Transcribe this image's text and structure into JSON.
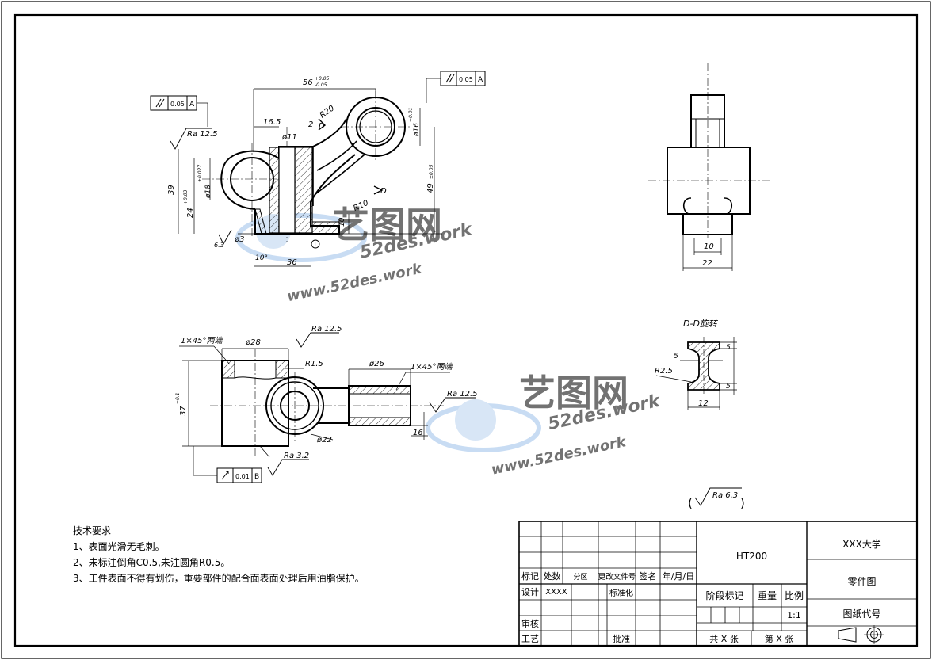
{
  "tech_requirements": {
    "title": "技术要求",
    "items": [
      "1、表面光滑无毛刺。",
      "2、未标注倒角C0.5,未注圆角R0.5。",
      "3、工件表面不得有划伤，重要部件的配合面表面处理后用油脂保护。"
    ]
  },
  "title_block": {
    "material": "HT200",
    "school": "XXX大学",
    "drawing_name": "零件图",
    "drawing_code_label": "图纸代号",
    "row_labels": [
      "标记",
      "处数",
      "分区",
      "更改文件号",
      "签名",
      "年/月/日"
    ],
    "design_label": "设计",
    "designer": "XXXX",
    "standardize_label": "标准化",
    "review_label": "审核",
    "process_label": "工艺",
    "approve_label": "批准",
    "stage_mark_label": "阶段标记",
    "weight_label": "重量",
    "scale_label": "比例",
    "scale_value": "1:1",
    "total_sheets": "共 X 张",
    "sheet_no": "第 X 张"
  },
  "watermark": {
    "brand": "艺图网",
    "url_top": "52des.work",
    "url_bottom": "www.52des.work"
  },
  "dims_front": {
    "d56": "56",
    "d56_tol_up": "+0.05",
    "d56_tol_dn": "-0.05",
    "d16_5": "16.5",
    "r20": "R20",
    "d2": "2",
    "phi11": "ø11",
    "phi18": "ø18",
    "phi18_tol": "+0.027",
    "d39": "39",
    "d24": "24",
    "d24_tol": "+0.03",
    "d49": "49",
    "d49_tol": "±0.05",
    "phi16": "ø16",
    "phi16_tol": "+0.01",
    "r10": "R10",
    "d10": "10",
    "phi3": "ø3",
    "ang10": "10°",
    "d36": "36",
    "ra_front": "Ra 12.5",
    "ra_6_3": "6.3",
    "tol_a_left": "0.05",
    "tol_a_right": "0.05",
    "datum_a": "A",
    "sec_d": "D",
    "d1": "1"
  },
  "dims_side": {
    "d10": "10",
    "d22": "22"
  },
  "dims_top": {
    "chamfer1": "1×45°两端",
    "phi28": "ø28",
    "ra_top": "Ra 12.5",
    "r1_5": "R1.5",
    "phi26": "ø26",
    "chamfer2": "1×45°两端",
    "ra_right": "Ra 12.5",
    "d37": "37",
    "d37_tol": "+0.1",
    "d16": "16",
    "phi22": "ø22",
    "ra_bottom": "Ra 3.2",
    "tol_b": "0.01",
    "datum_b": "B"
  },
  "section_dd": {
    "title": "D-D旋转",
    "d5a": "5",
    "d5b": "5",
    "d5c": "5",
    "r2_5": "R2.5",
    "d12": "12"
  },
  "general_roughness": {
    "open": "(",
    "value": "Ra 6.3",
    "close": ")"
  }
}
